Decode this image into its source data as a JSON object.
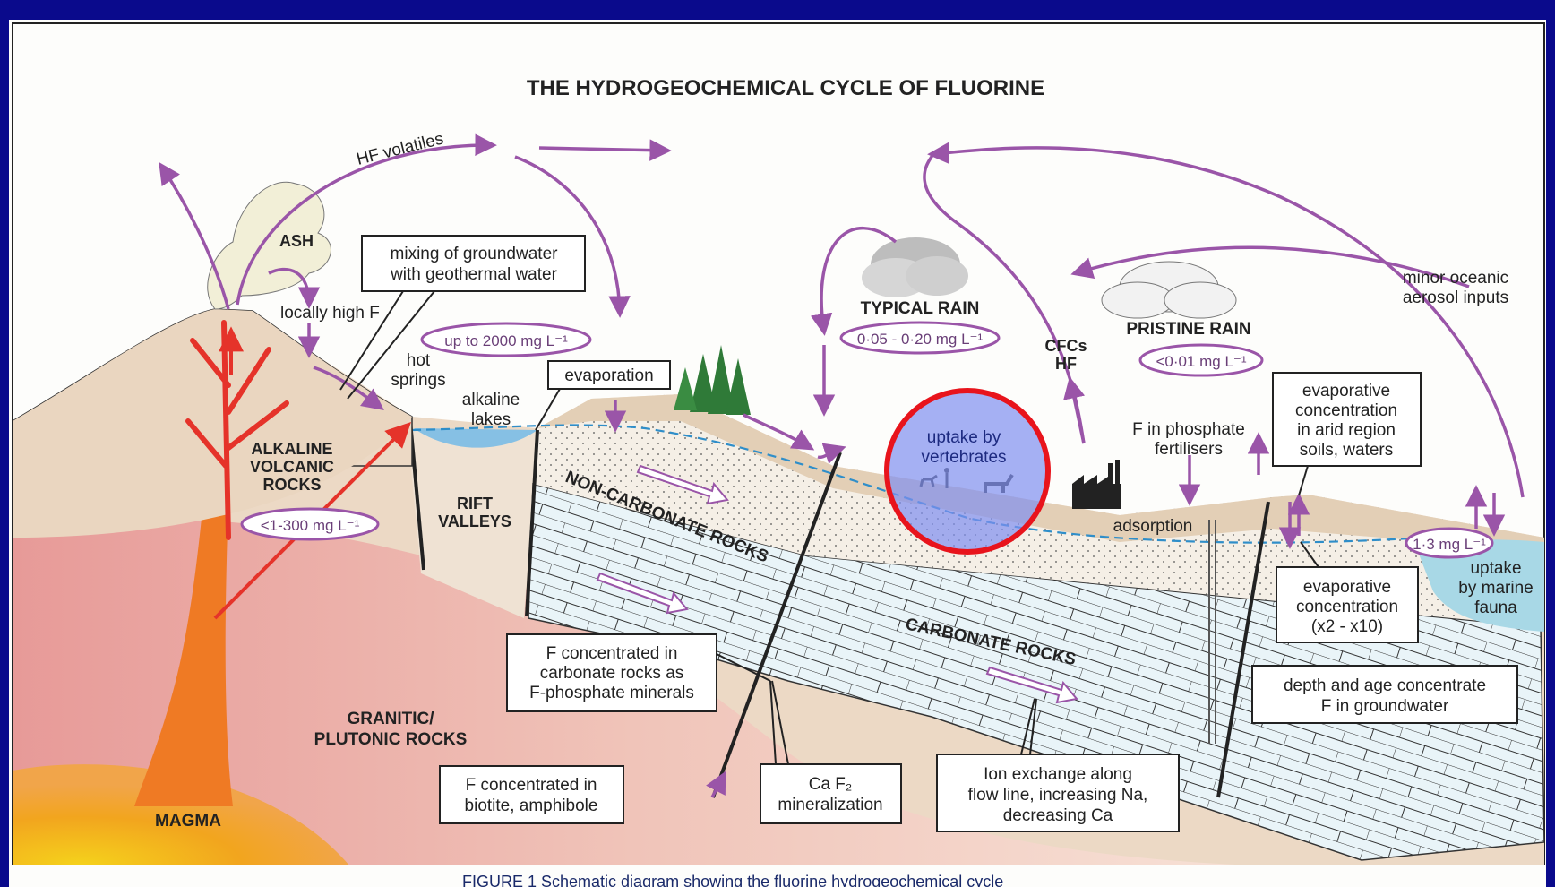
{
  "title": "THE HYDROGEOCHEMICAL CYCLE OF FLUORINE",
  "caption": "FIGURE 1  Schematic diagram showing the fluorine hydrogeochemical cycle",
  "labels": {
    "hf_volatiles": "HF volatiles",
    "ash": "ASH",
    "locally_high_f": "locally high F",
    "hot_springs_1": "hot",
    "hot_springs_2": "springs",
    "alkaline_lakes_1": "alkaline",
    "alkaline_lakes_2": "lakes",
    "alkaline_volcanic_1": "ALKALINE",
    "alkaline_volcanic_2": "VOLCANIC",
    "alkaline_volcanic_3": "ROCKS",
    "rift_valleys_1": "RIFT",
    "rift_valleys_2": "VALLEYS",
    "non_carbonate": "NON-CARBONATE ROCKS",
    "carbonate": "CARBONATE ROCKS",
    "granitic_1": "GRANITIC/",
    "granitic_2": "PLUTONIC ROCKS",
    "magma": "MAGMA",
    "typical_rain": "TYPICAL RAIN",
    "pristine_rain": "PRISTINE RAIN",
    "cfcs_1": "CFCs",
    "cfcs_2": "HF",
    "f_phosphate_1": "F in phosphate",
    "f_phosphate_2": "fertilisers",
    "adsorption": "adsorption",
    "minor_oceanic_1": "minor oceanic",
    "minor_oceanic_2": "aerosol inputs",
    "uptake_marine_1": "uptake",
    "uptake_marine_2": "by marine",
    "uptake_marine_3": "fauna",
    "uptake_vert_1": "uptake by",
    "uptake_vert_2": "vertebrates"
  },
  "ovals": {
    "upto2000": "up to 2000 mg L⁻¹",
    "typical": "0·05 - 0·20 mg L⁻¹",
    "pristine": "<0·01 mg L⁻¹",
    "volcanic": "<1-300 mg L⁻¹",
    "marine": "1·3 mg L⁻¹"
  },
  "boxes": {
    "mixing_1": "mixing of groundwater",
    "mixing_2": "with geothermal water",
    "evaporation": "evaporation",
    "evap_arid_1": "evaporative",
    "evap_arid_2": "concentration",
    "evap_arid_3": "in arid region",
    "evap_arid_4": "soils, waters",
    "evap_conc_1": "evaporative",
    "evap_conc_2": "concentration",
    "evap_conc_3": "(x2 - x10)",
    "f_carb_1": "F concentrated in",
    "f_carb_2": "carbonate rocks as",
    "f_carb_3": "F-phosphate minerals",
    "depth_1": "depth and age concentrate",
    "depth_2": "F in groundwater",
    "biotite_1": "F concentrated in",
    "biotite_2": "biotite, amphibole",
    "caf2_1": "Ca F₂",
    "caf2_2": "mineralization",
    "ion_1": "Ion exchange along",
    "ion_2": "flow line, increasing Na,",
    "ion_3": "decreasing Ca"
  },
  "colors": {
    "frame": "#0a0a8c",
    "arrow": "#9a55a8",
    "red_arrow": "#e5332a",
    "highlight_fill": "#7f8ef0",
    "highlight_stroke": "#e8141c",
    "water": "#6aaedb"
  }
}
